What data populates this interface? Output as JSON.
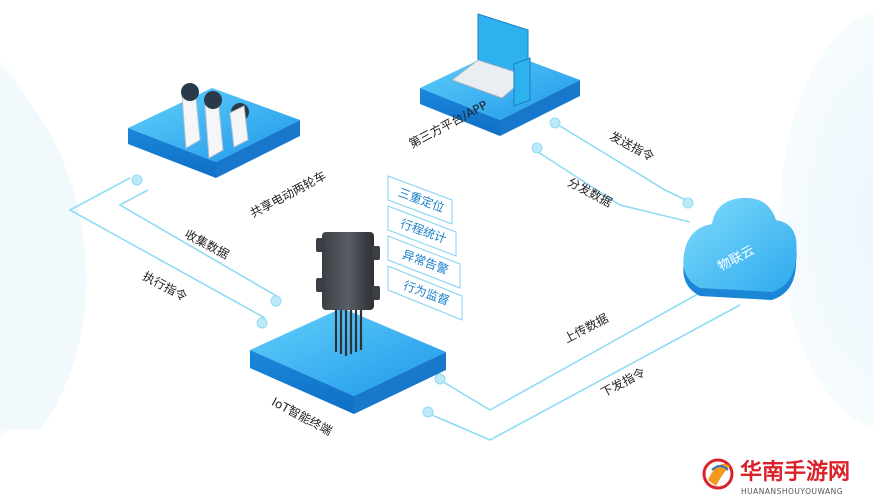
{
  "nodes": {
    "scooter": {
      "label": "共享电动两轮车"
    },
    "platform": {
      "label": "第三方平台/APP"
    },
    "terminal": {
      "label": "IoT智能终端"
    },
    "cloud": {
      "label": "物联云"
    }
  },
  "flows": {
    "collect": "收集数据",
    "execute": "执行指令",
    "send_cmd": "发送指令",
    "distribute": "分发数据",
    "upload": "上传数据",
    "download_cmd": "下发指令"
  },
  "features": [
    "三重定位",
    "行程统计",
    "异常告警",
    "行为监督"
  ],
  "watermark": {
    "title": "华南手游网",
    "subtitle": "HUANANSHOUYOUWANG"
  },
  "colors": {
    "accent": "#1a9fe8",
    "platform_top": "#33b8f3",
    "platform_side": "#147fd6",
    "line": "#8fdcf3",
    "text": "#222222",
    "feature_text": "#1780c8",
    "watermark_red": "#d9232b"
  }
}
